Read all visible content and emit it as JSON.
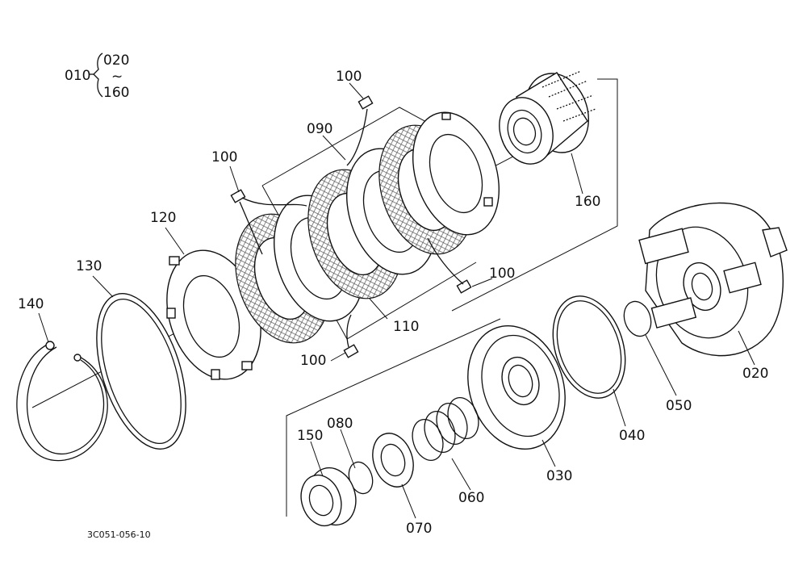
{
  "assembly": {
    "parent": "010",
    "range_start": "020",
    "range_sep": "~",
    "range_end": "160"
  },
  "callouts": {
    "c020": "020",
    "c030": "030",
    "c040": "040",
    "c050": "050",
    "c060": "060",
    "c070": "070",
    "c080": "080",
    "c090": "090",
    "c100a": "100",
    "c100b": "100",
    "c100c": "100",
    "c100d": "100",
    "c110": "110",
    "c120": "120",
    "c130": "130",
    "c140": "140",
    "c150": "150",
    "c160": "160"
  },
  "drawing_code": "3C051-056-10"
}
